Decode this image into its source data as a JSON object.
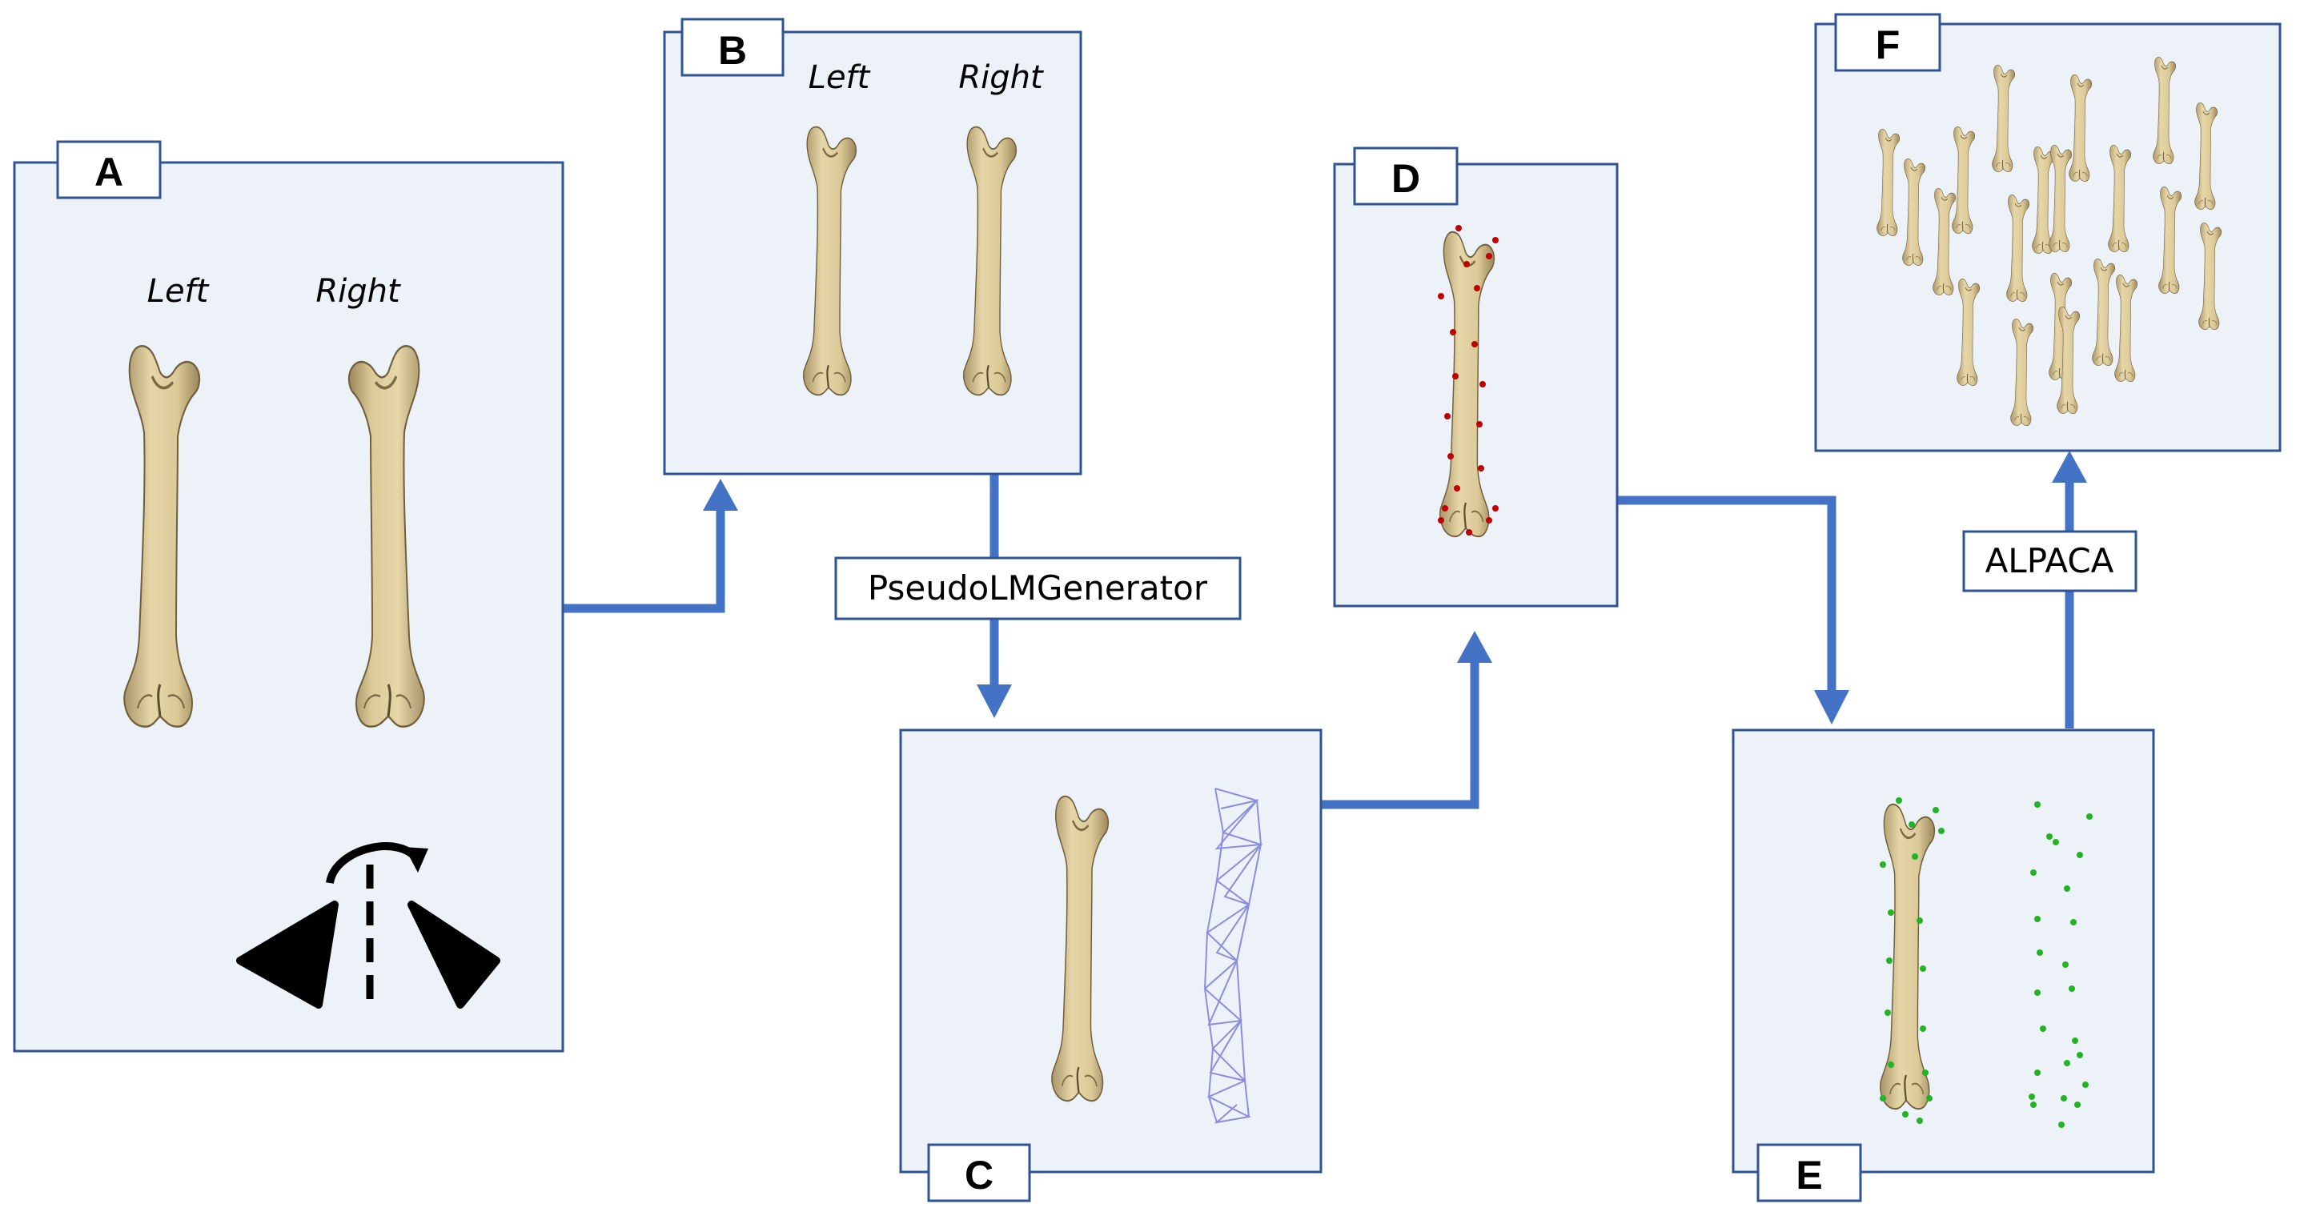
{
  "panels": {
    "a": {
      "letter": "A",
      "left": "Left",
      "right": "Right"
    },
    "b": {
      "letter": "B",
      "left": "Left",
      "right": "Right"
    },
    "c": {
      "letter": "C"
    },
    "d": {
      "letter": "D"
    },
    "e": {
      "letter": "E"
    },
    "f": {
      "letter": "F"
    }
  },
  "steps": {
    "pseudo": "PseudoLMGenerator",
    "alpaca": "ALPACA"
  },
  "colors": {
    "panel_bg": "#edf2f8",
    "panel_border": "#2f5496",
    "arrow": "#4472c4",
    "bone": "#dccb9a",
    "bone_edge": "#7a6a45",
    "landmark_red": "#c00000",
    "landmark_green": "#22b422",
    "wireframe": "#8c8ce0"
  }
}
